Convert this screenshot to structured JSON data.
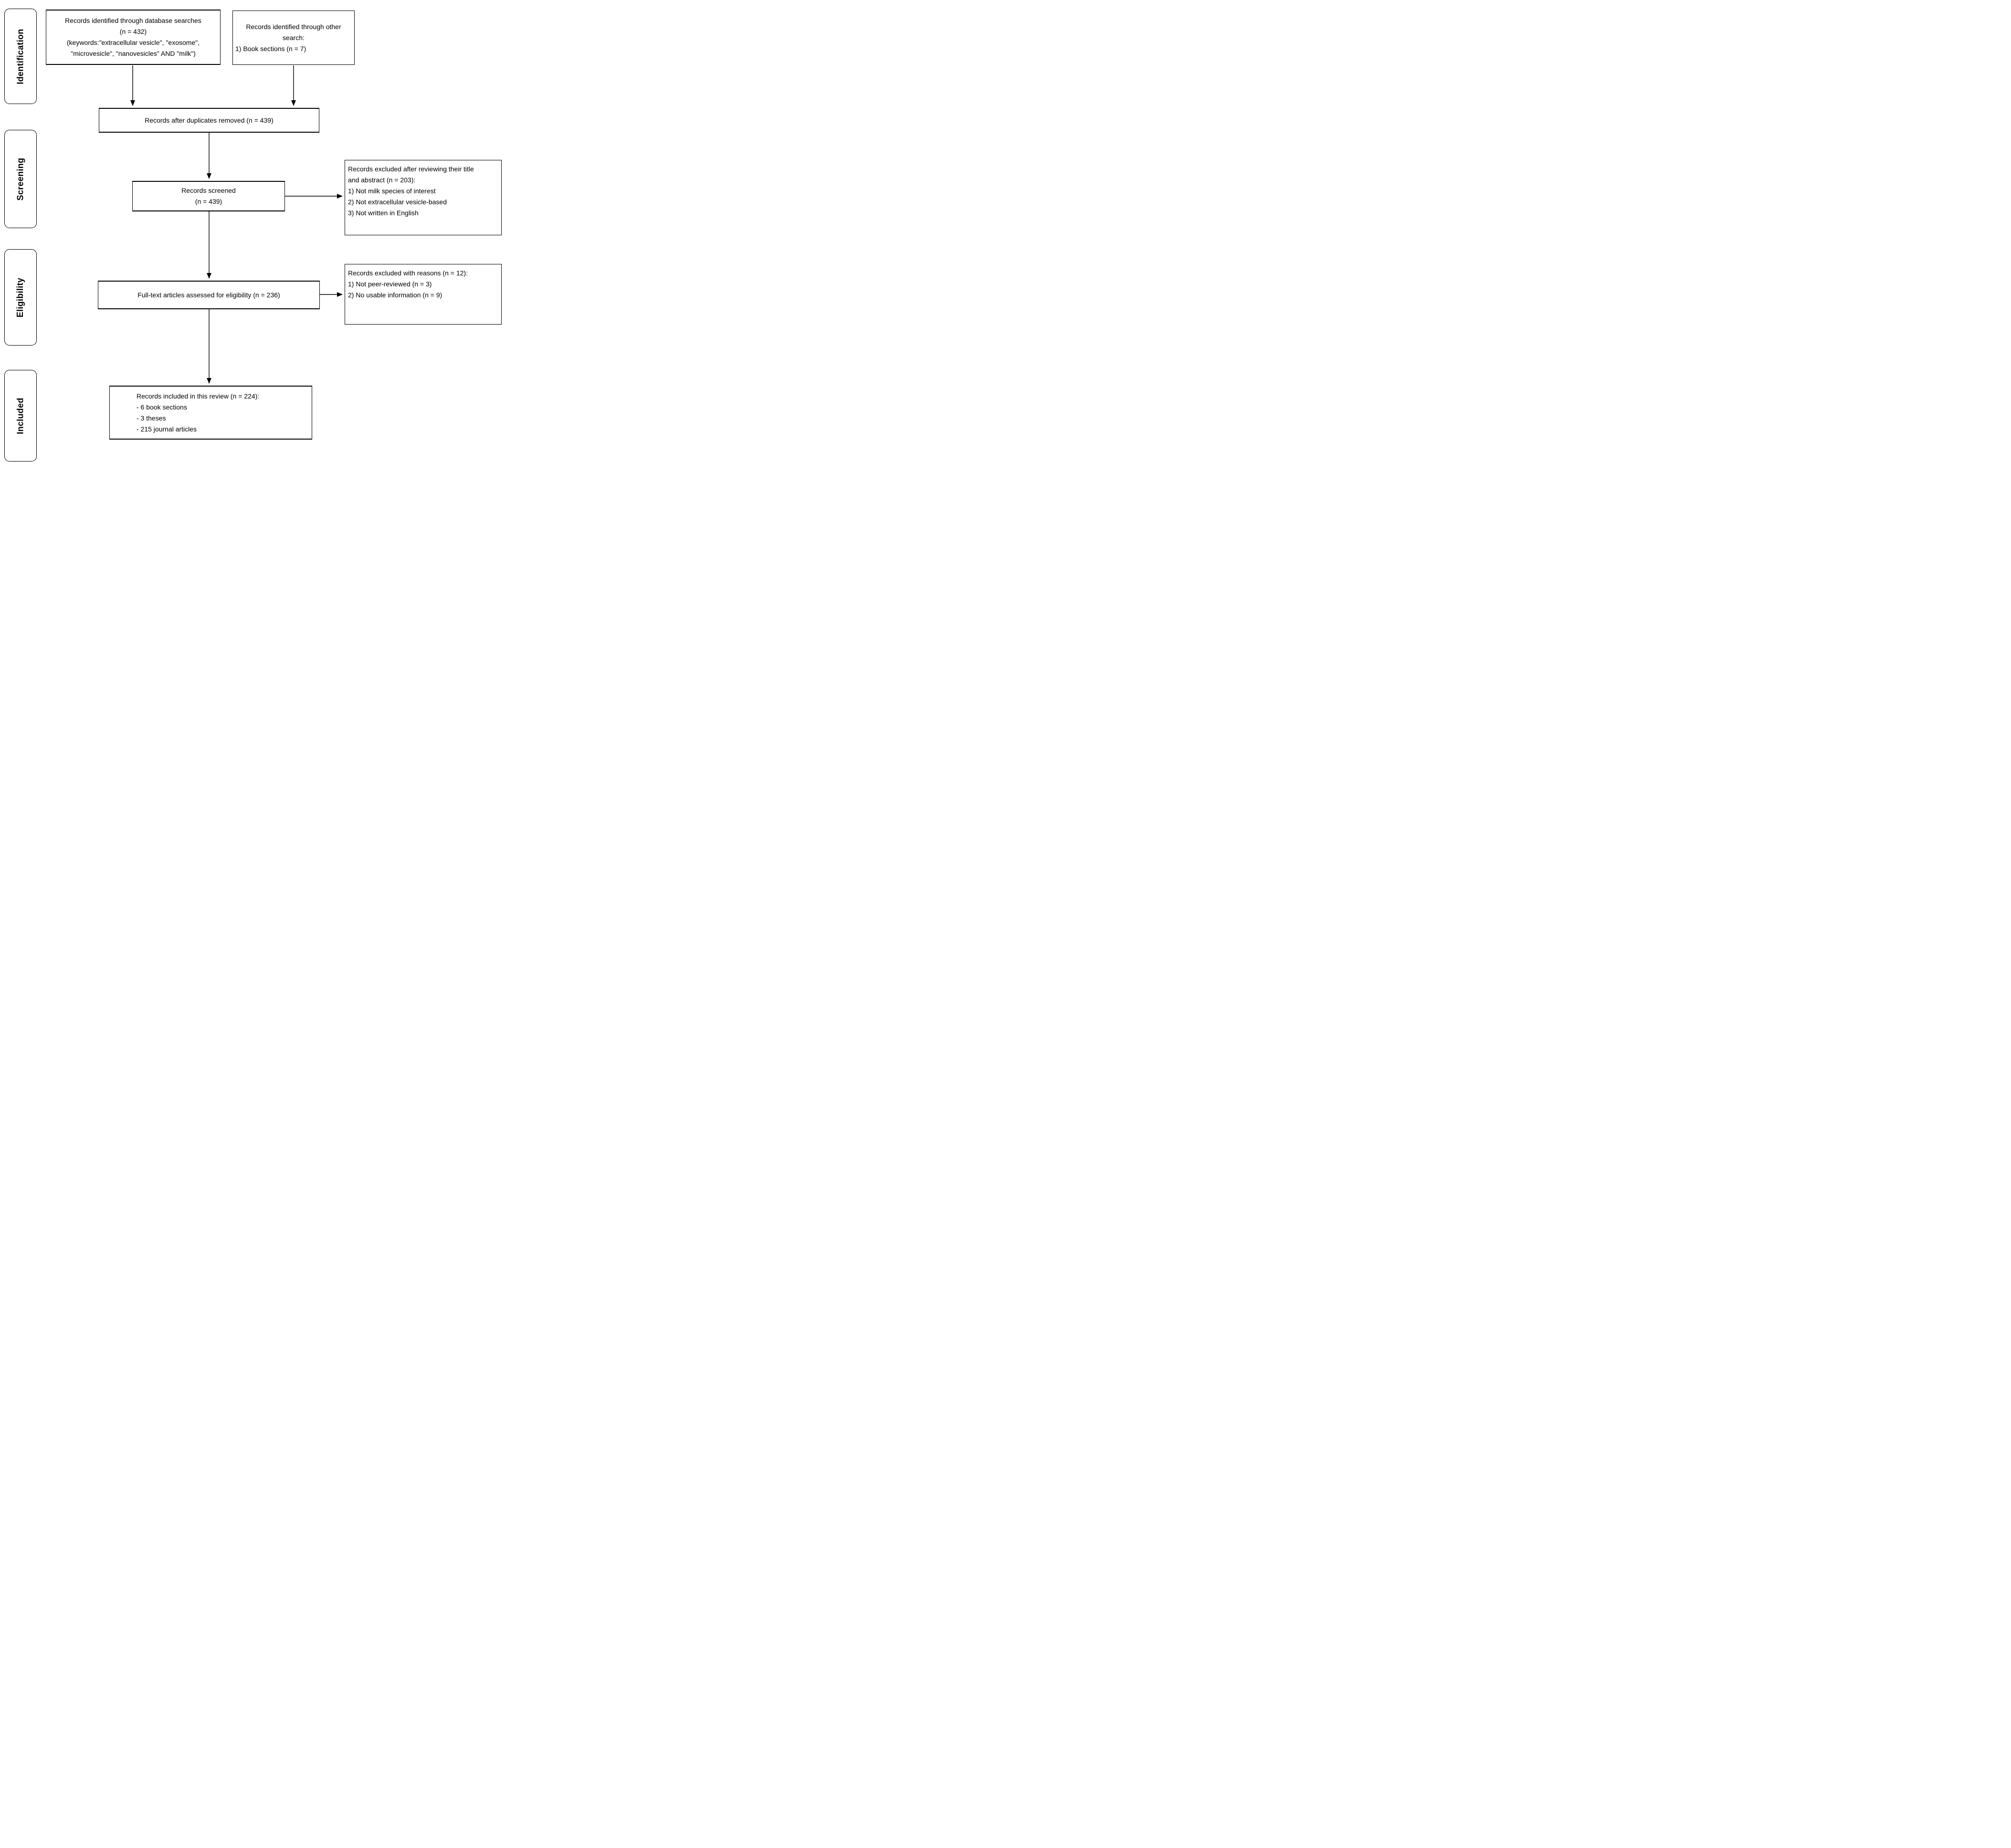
{
  "stages": [
    {
      "label": "Identification"
    },
    {
      "label": "Screening"
    },
    {
      "label": "Eligibility"
    },
    {
      "label": "Included"
    }
  ],
  "boxes": {
    "database_search": {
      "lines": [
        "Records identified through database searches",
        "(n = 432)",
        "(keywords:\"extracellular vesicle\", \"exosome\",",
        "\"microvesicle\", \"nanovesicles\" AND \"milk\")"
      ]
    },
    "other_search": {
      "lines": [
        "Records identified through other",
        "search:"
      ],
      "items": [
        "1) Book sections (n = 7)"
      ]
    },
    "duplicates_removed": {
      "lines": [
        "Records after duplicates removed (n = 439)"
      ]
    },
    "records_screened": {
      "lines": [
        "Records screened",
        "(n = 439)"
      ]
    },
    "excluded_title_abstract": {
      "title_lines": [
        "Records excluded after reviewing their title",
        "and abstract (n = 203):"
      ],
      "items": [
        "1) Not milk species of interest",
        "2) Not extracellular vesicle-based",
        "3) Not written in English"
      ]
    },
    "fulltext_assessed": {
      "lines": [
        "Full-text articles assessed for eligibility (n = 236)"
      ]
    },
    "excluded_with_reasons": {
      "title_lines": [
        "Records excluded with reasons (n = 12):"
      ],
      "items": [
        "1) Not peer-reviewed (n = 3)",
        "2) No usable information (n = 9)"
      ]
    },
    "included_review": {
      "title_lines": [
        "Records included in this review (n = 224):"
      ],
      "items": [
        "- 6 book sections",
        "- 3 theses",
        "- 215 journal articles"
      ]
    }
  },
  "colors": {
    "background": "#ffffff",
    "line": "#000000",
    "text": "#000000"
  }
}
